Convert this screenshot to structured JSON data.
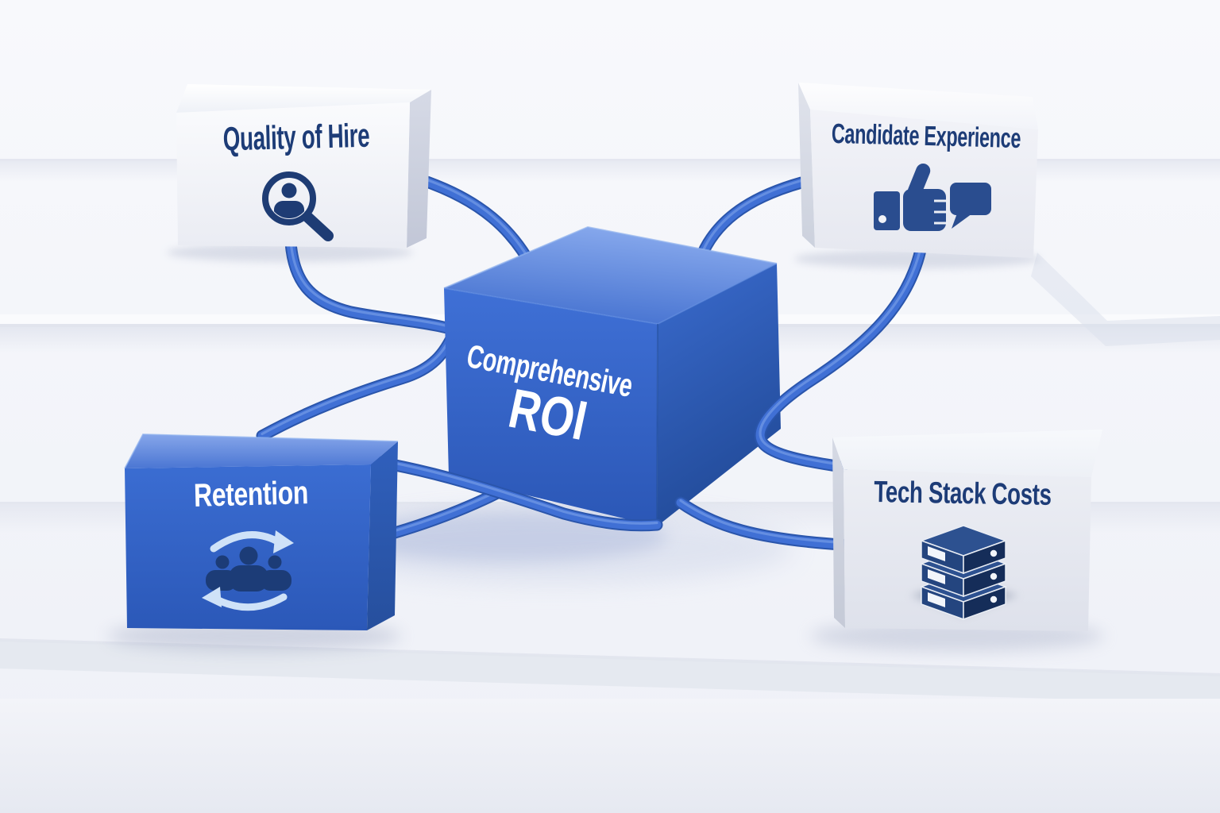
{
  "title": "Comprehensive ROI",
  "center_node": {
    "line1": "Comprehensive",
    "line2": "ROI"
  },
  "nodes": {
    "quality_of_hire": {
      "label": "Quality of Hire",
      "icon": "person-magnifier-icon"
    },
    "candidate_experience": {
      "label": "Candidate Experience",
      "icon": "thumbs-up-comment-icon"
    },
    "retention": {
      "label": "Retention",
      "icon": "people-cycle-icon"
    },
    "tech_stack_costs": {
      "label": "Tech Stack Costs",
      "icon": "server-stack-icon"
    }
  },
  "colors": {
    "cube_blue": "#3565c9",
    "box_light": "#eef0f6",
    "cable_blue": "#3f70d5",
    "navy_text": "#1d3c77",
    "background": "#f4f5fa"
  }
}
